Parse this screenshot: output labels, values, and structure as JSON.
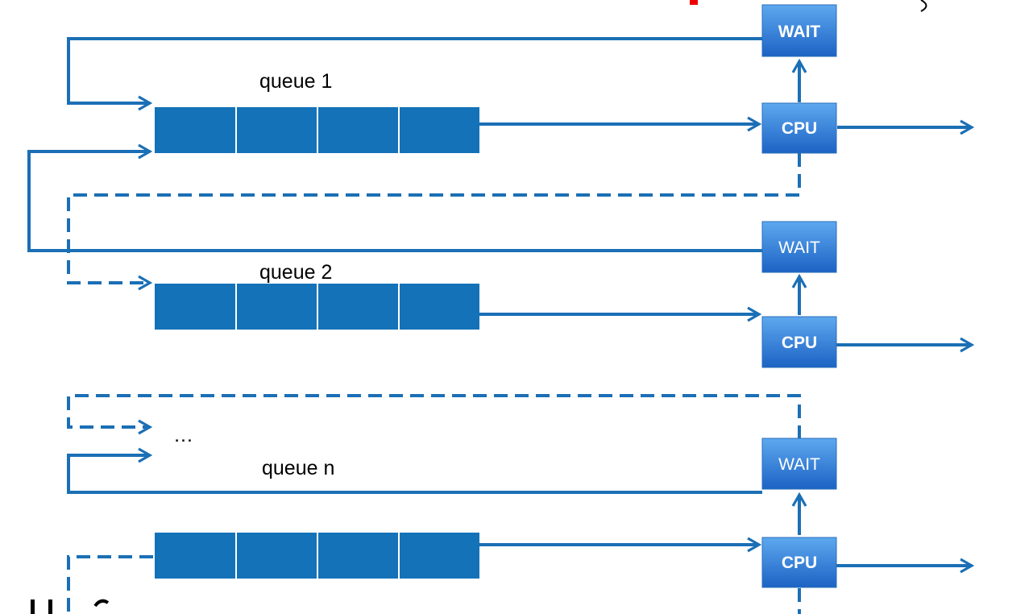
{
  "colors": {
    "accent": "#1b6fb5",
    "queue_fill": "#1372b8",
    "box_top": "#5ea8ef",
    "box_bottom": "#1c63c4",
    "partial_red": "#ee0000"
  },
  "queues": [
    {
      "label": "queue 1",
      "cpu_label": "CPU",
      "wait_label": "WAIT"
    },
    {
      "label": "queue 2",
      "cpu_label": "CPU",
      "wait_label": "WAIT"
    },
    {
      "label": "queue n",
      "cpu_label": "CPU",
      "wait_label": "WAIT"
    }
  ],
  "ellipsis": "…"
}
